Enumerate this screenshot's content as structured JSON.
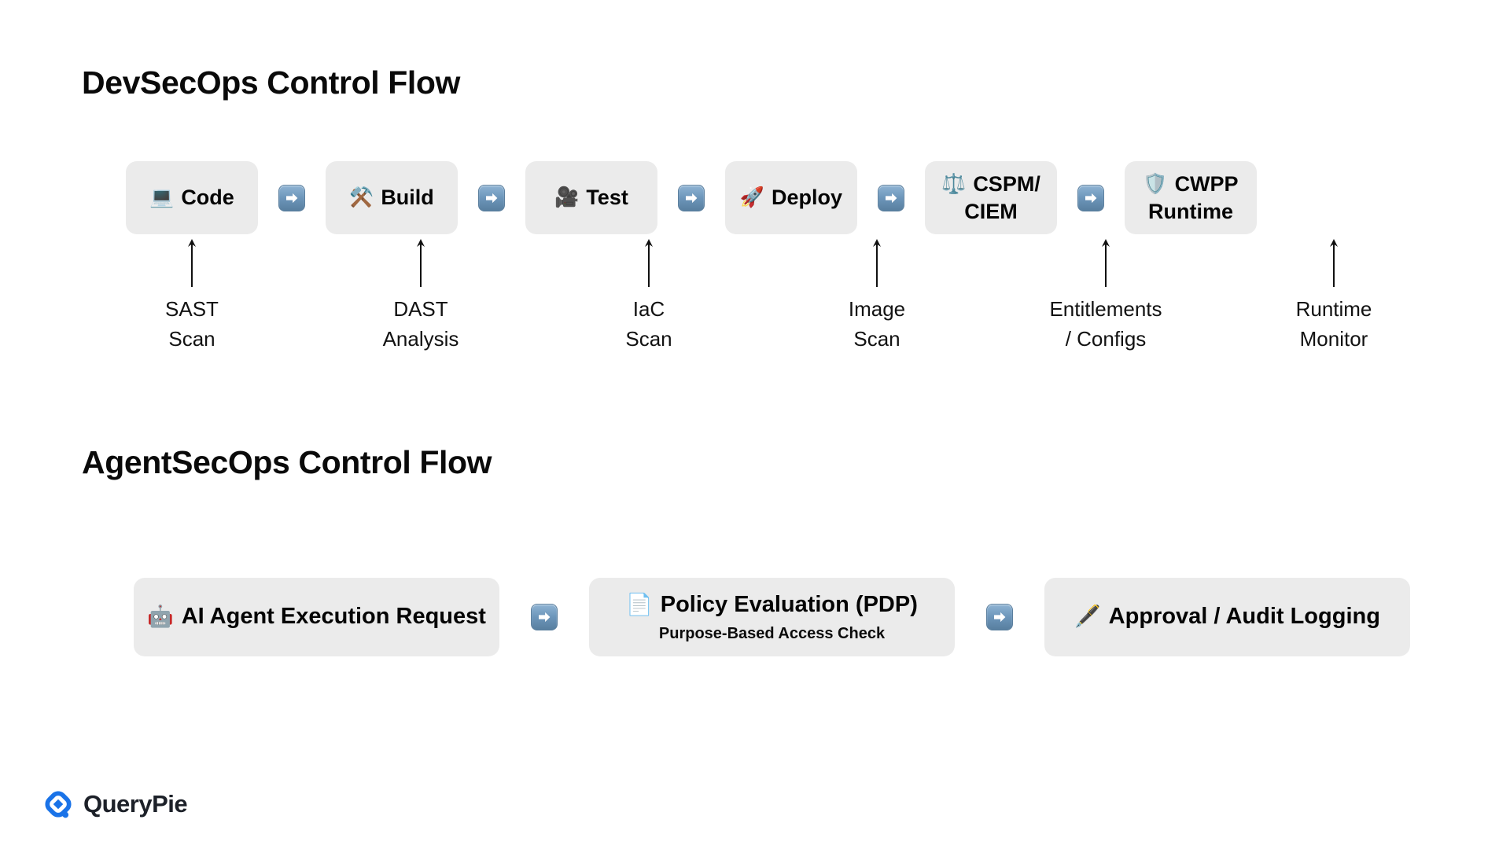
{
  "sections": {
    "devsecops": {
      "title": "DevSecOps Control Flow",
      "stages": [
        {
          "emoji": "💻",
          "icon_name": "laptop-icon",
          "label": "Code",
          "label2": ""
        },
        {
          "emoji": "⚒️",
          "icon_name": "hammer-and-pick-icon",
          "label": "Build",
          "label2": ""
        },
        {
          "emoji": "🎥",
          "icon_name": "movie-camera-icon",
          "label": "Test",
          "label2": ""
        },
        {
          "emoji": "🚀",
          "icon_name": "rocket-icon",
          "label": "Deploy",
          "label2": ""
        },
        {
          "emoji": "⚖️",
          "icon_name": "balance-scale-icon",
          "label": "CSPM/",
          "label2": "CIEM"
        },
        {
          "emoji": "🛡️",
          "icon_name": "shield-icon",
          "label": "CWPP",
          "label2": "Runtime"
        }
      ],
      "callouts": [
        "SAST\nScan",
        "DAST\nAnalysis",
        "IaC\nScan",
        "Image\nScan",
        "Entitlements\n/ Configs",
        "Runtime\nMonitor"
      ]
    },
    "agentsecops": {
      "title": "AgentSecOps Control Flow",
      "stages": [
        {
          "emoji": "🤖",
          "icon_name": "robot-icon",
          "label": "AI Agent Execution Request",
          "sub": ""
        },
        {
          "emoji": "📄",
          "icon_name": "page-document-icon",
          "label": "Policy Evaluation (PDP)",
          "sub": "Purpose-Based Access Check"
        },
        {
          "emoji": "🖋️",
          "icon_name": "fountain-pen-icon",
          "label": "Approval / Audit Logging",
          "sub": ""
        }
      ]
    }
  },
  "connector": {
    "icon_name": "right-arrow-icon",
    "glyph": "➡️"
  },
  "brand": {
    "name": "QueryPie",
    "mark_color": "#1a73e8",
    "text_color": "#1d2129"
  },
  "colors": {
    "background": "#ffffff",
    "box_fill": "#ebebeb",
    "text": "#0a0a0a",
    "arrow_chip": "#6d96bb",
    "accent": "#1a73e8"
  }
}
